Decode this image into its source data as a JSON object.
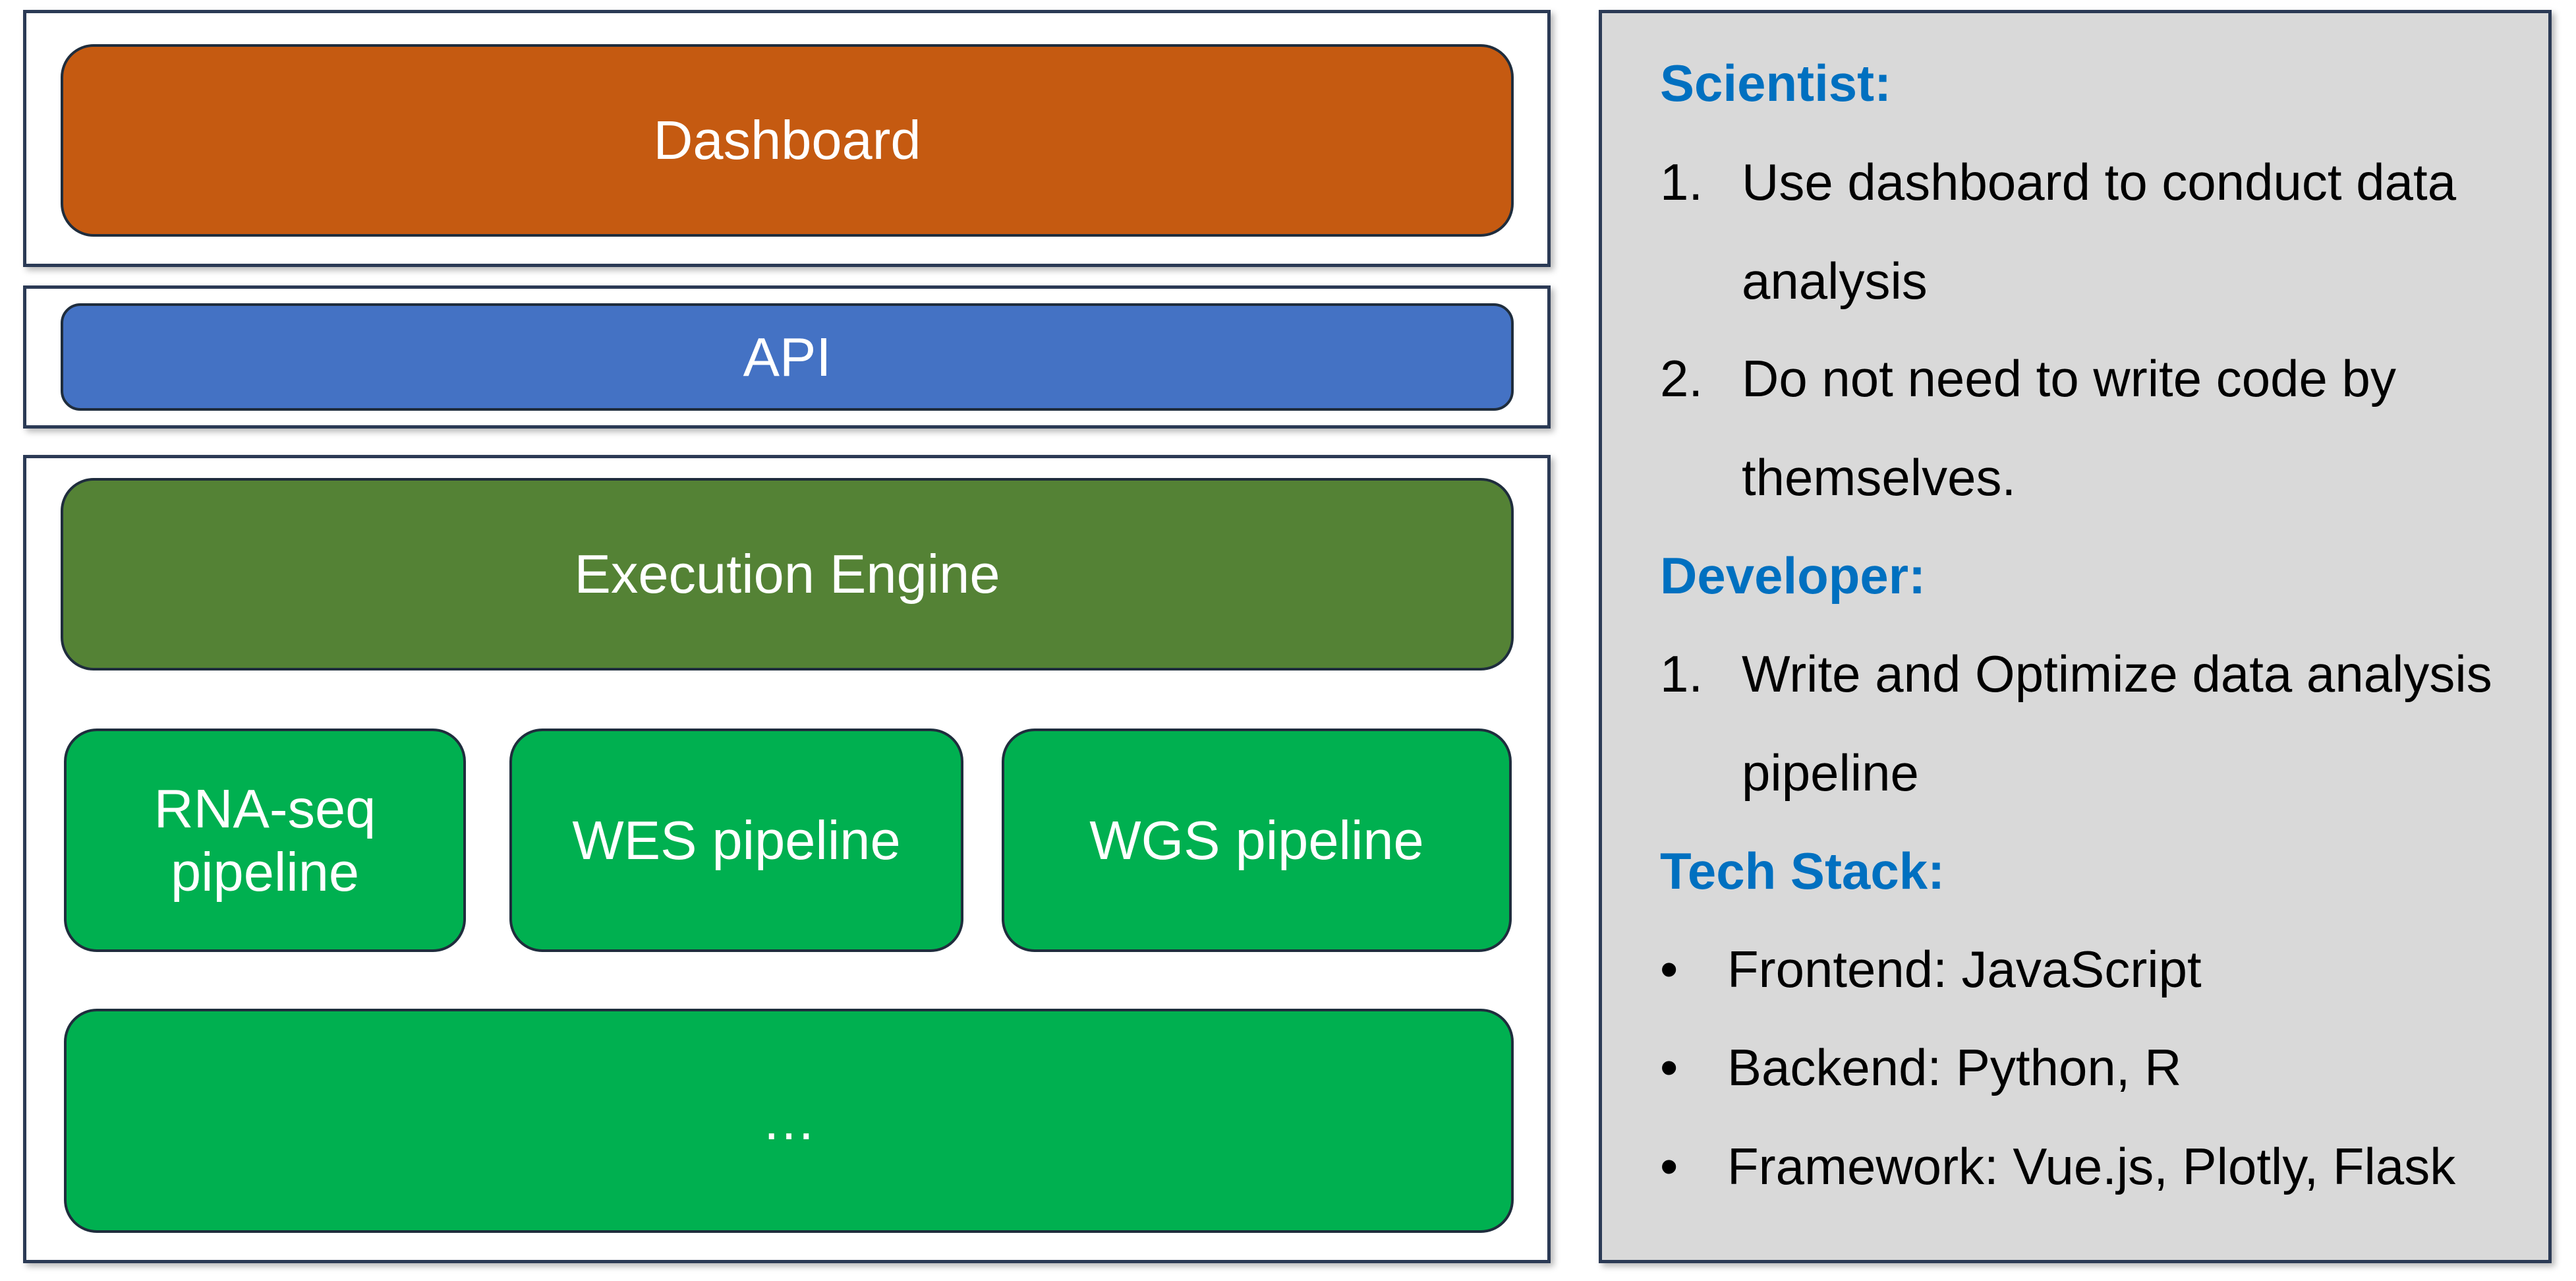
{
  "diagram": {
    "dashboard": "Dashboard",
    "api": "API",
    "execution_engine": "Execution Engine",
    "rnaseq_line1": "RNA-seq",
    "rnaseq_line2": "pipeline",
    "wes": "WES pipeline",
    "wgs": "WGS pipeline",
    "more": "…",
    "colors": {
      "dashboard": "#c55a11",
      "api": "#4472c4",
      "execution_engine": "#548235",
      "pipeline": "#00b050",
      "info_panel": "#d9d9d9",
      "heading": "#0070c0"
    }
  },
  "info": {
    "scientist": {
      "heading": "Scientist:",
      "items": [
        {
          "marker": "1.",
          "line1": "Use dashboard to conduct data",
          "line2": "analysis"
        },
        {
          "marker": "2.",
          "line1": "Do not need to write code by",
          "line2": "themselves."
        }
      ]
    },
    "developer": {
      "heading": "Developer:",
      "items": [
        {
          "marker": "1.",
          "line1": "Write and Optimize data analysis",
          "line2": "pipeline"
        }
      ]
    },
    "tech_stack": {
      "heading": "Tech Stack:",
      "items": [
        {
          "marker": "•",
          "text": "Frontend: JavaScript"
        },
        {
          "marker": "•",
          "text": "Backend: Python, R"
        },
        {
          "marker": "•",
          "text": "Framework: Vue.js, Plotly, Flask"
        }
      ]
    }
  }
}
